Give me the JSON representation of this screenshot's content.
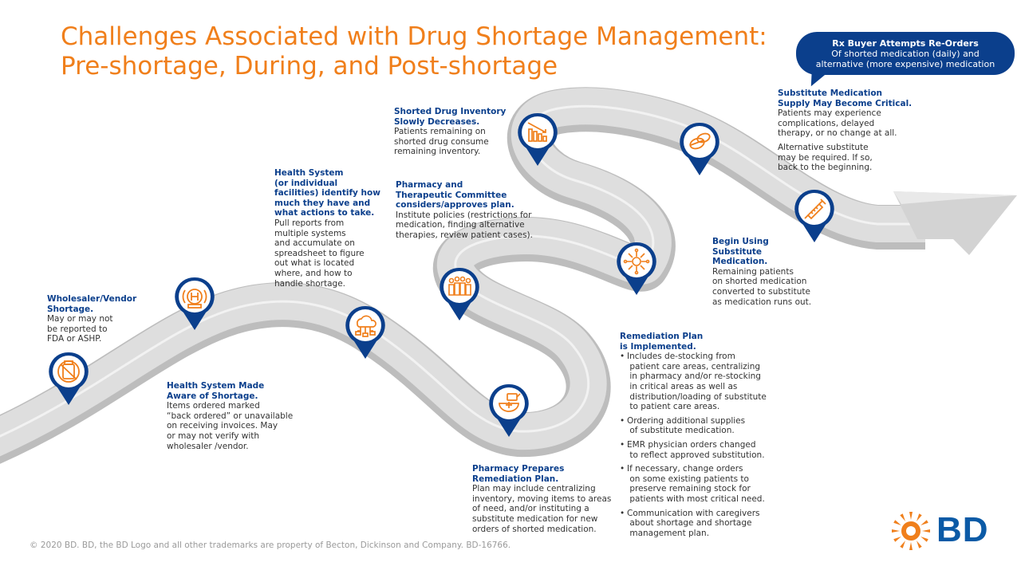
{
  "title": {
    "line1": "Challenges Associated with Drug Shortage Management:",
    "line2": "Pre-shortage, During, and Post-shortage"
  },
  "callout": {
    "heading": "Rx Buyer Attempts Re-Orders",
    "line1": "Of shorted medication (daily) and",
    "line2": "alternative (more expensive) medication"
  },
  "steps": [
    {
      "id": "wholesaler",
      "icon": "no-medication-bottle-icon",
      "heading": [
        "Wholesaler/Vendor",
        "Shortage."
      ],
      "body": [
        "May or may not",
        "be reported to",
        "FDA or ASHP."
      ]
    },
    {
      "id": "aware",
      "icon": "hospital-alert-icon",
      "heading": [
        "Health System Made",
        "Aware of Shortage."
      ],
      "body": [
        "Items ordered marked",
        "“back ordered” or unavailable",
        "on receiving invoices. May",
        "or may not verify with",
        "wholesaler /vendor."
      ]
    },
    {
      "id": "identify",
      "icon": "cloud-network-icon",
      "heading": [
        "Health System",
        "(or individual",
        "facilities) identify how",
        "much they have and",
        "what actions to take."
      ],
      "body": [
        "Pull reports from",
        "multiple systems",
        "and accumulate on",
        "spreadsheet to figure",
        "out what is located",
        "where, and how to",
        "handle shortage."
      ]
    },
    {
      "id": "inventory",
      "icon": "declining-bar-chart-icon",
      "heading": [
        "Shorted Drug Inventory",
        "Slowly Decreases."
      ],
      "body": [
        "Patients remaining on",
        "shorted drug consume",
        "remaining inventory."
      ]
    },
    {
      "id": "committee",
      "icon": "committee-group-icon",
      "heading": [
        "Pharmacy and",
        "Therapeutic Committee",
        "considers/approves plan."
      ],
      "body": [
        "Institute policies (restrictions for",
        "medication, finding alternative",
        "therapies, review patient cases)."
      ]
    },
    {
      "id": "prepares",
      "icon": "pharmacy-mortar-icon",
      "heading": [
        "Pharmacy Prepares",
        "Remediation Plan."
      ],
      "body": [
        "Plan may include centralizing",
        "inventory, moving items to areas",
        "of need, and/or instituting a",
        "substitute medication for new",
        "orders of shorted medication."
      ]
    },
    {
      "id": "remediation",
      "icon": "distribution-hub-icon",
      "heading": [
        "Remediation Plan",
        "is Implemented."
      ],
      "bullets": [
        [
          "Includes de-stocking from",
          "patient care areas, centralizing",
          "in pharmacy and/or re-stocking",
          "in critical areas as well as",
          "distribution/loading of substitute",
          "to patient care areas."
        ],
        [
          "Ordering additional supplies",
          "of substitute medication."
        ],
        [
          "EMR physician orders changed",
          "to reflect approved substitution."
        ],
        [
          "If necessary, change orders",
          "on some existing patients to",
          "preserve remaining stock for",
          "patients with most critical need."
        ],
        [
          "Communication with caregivers",
          "about shortage and shortage",
          "management plan."
        ]
      ]
    },
    {
      "id": "substitute",
      "icon": "pills-icon",
      "heading": [
        "Begin Using",
        "Substitute",
        "Medication."
      ],
      "body": [
        "Remaining patients",
        "on shorted medication",
        "converted to substitute",
        "as medication runs out."
      ]
    },
    {
      "id": "critical",
      "icon": "syringe-icon",
      "heading": [
        "Substitute Medication",
        "Supply May Become Critical."
      ],
      "body": [
        "Patients may experience",
        "complications, delayed",
        "therapy, or no change at all."
      ],
      "body2": [
        "Alternative substitute",
        "may be required. If so,",
        "back to the beginning."
      ]
    }
  ],
  "colors": {
    "title": "#f07f1b",
    "heading": "#0b3f8c",
    "pin_border": "#0b3f8c",
    "icon": "#f07f1b",
    "road": "#d8d8d8"
  },
  "footer": "© 2020 BD. BD, the BD Logo and all other trademarks are property of Becton, Dickinson and Company. BD-16766.",
  "logo": {
    "text": "BD"
  }
}
